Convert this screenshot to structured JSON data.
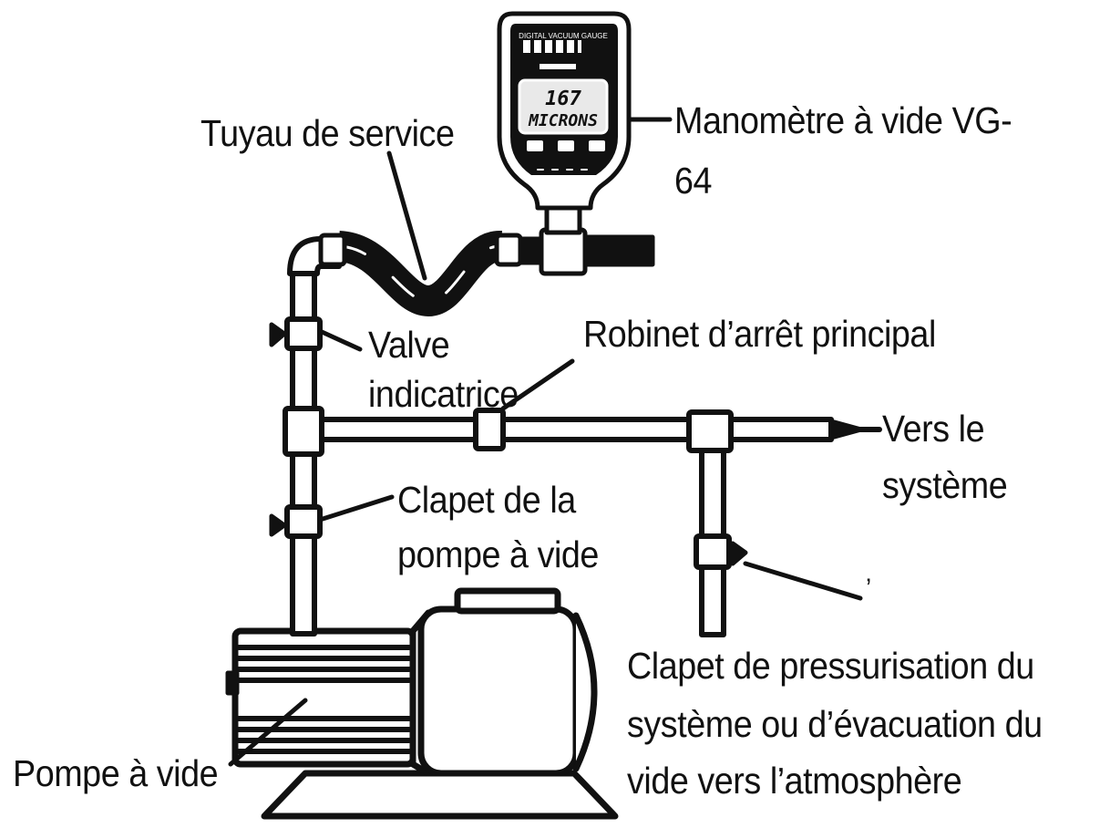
{
  "gauge": {
    "reading": "167",
    "unit": "MICRONS",
    "brand": "DIGITAL VACUUM GAUGE"
  },
  "labels": {
    "service_hose": "Tuyau de service",
    "gauge_line1": "Manomètre à vide VG-",
    "gauge_line2": "64",
    "indicator_valve_line1": "Valve",
    "indicator_valve_line2": "indicatrice",
    "main_valve": "Robinet d’arrêt principal",
    "to_system_line1": "Vers le",
    "to_system_line2": "système",
    "pump_valve_line1": "Clapet de la",
    "pump_valve_line2": "pompe à vide",
    "pressurize_line1": "Clapet de pressurisation du",
    "pressurize_line2": "système ou d’évacuation du",
    "pressurize_line3": "vide vers l’atmosphère",
    "vacuum_pump": "Pompe à vide",
    "stray_mark": "’"
  },
  "colors": {
    "ink": "#111111",
    "paper": "#ffffff",
    "screen": "#e9e9e9"
  }
}
